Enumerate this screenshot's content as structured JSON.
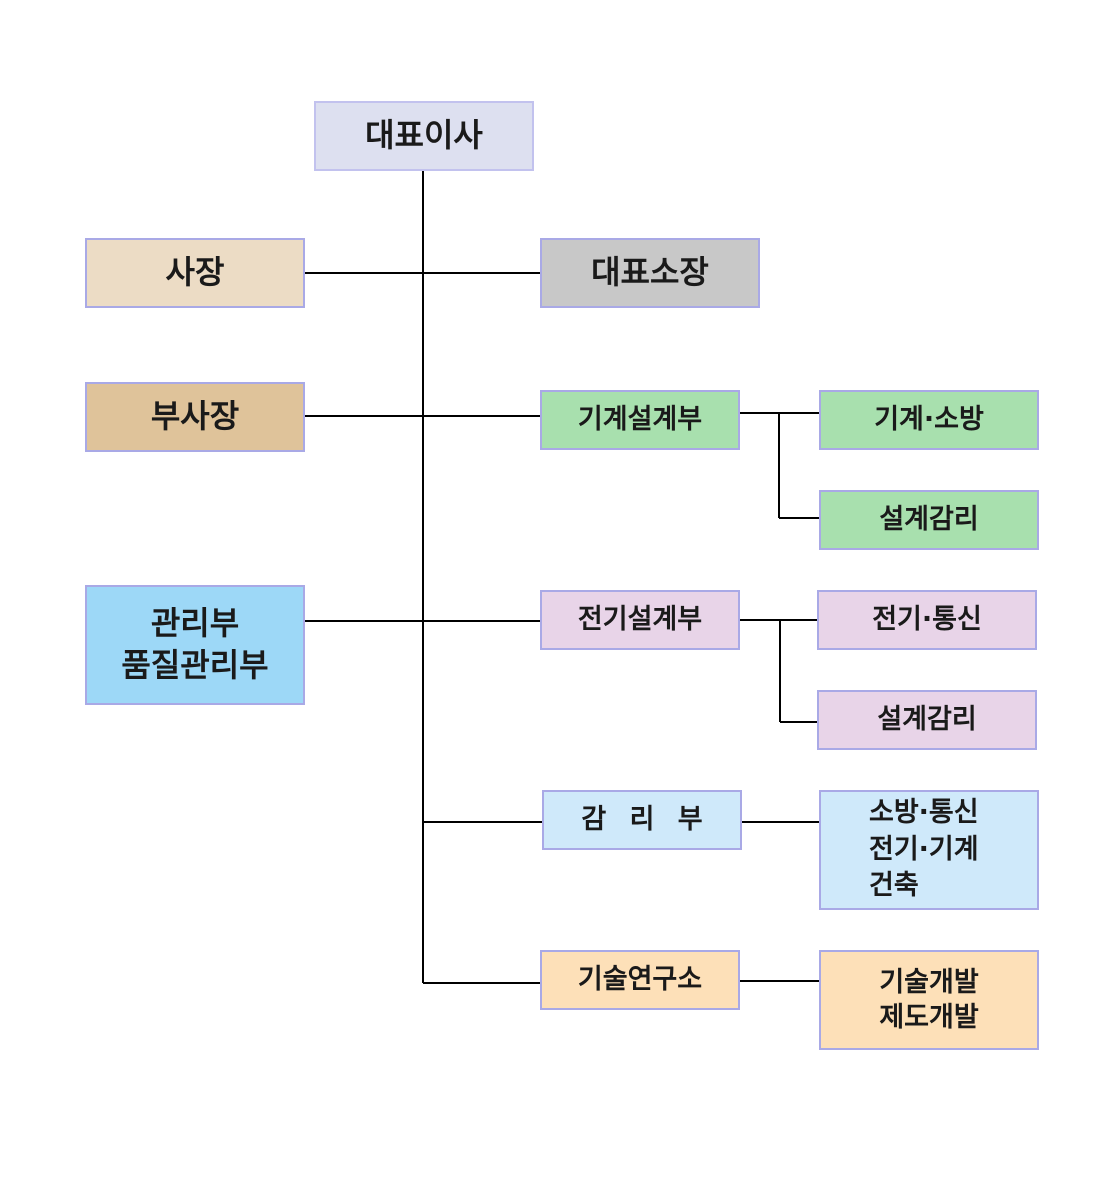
{
  "org_chart": {
    "ceo": "대표이사",
    "president": "사장",
    "representative_director": "대표소장",
    "vice_president": "부사장",
    "management": "관리부\n품질관리부",
    "mechanical_design": {
      "label": "기계설계부",
      "children": [
        "기계·소방",
        "설계감리"
      ]
    },
    "electrical_design": {
      "label": "전기설계부",
      "children": [
        "전기·통신",
        "설계감리"
      ]
    },
    "supervision": {
      "label": "감 리 부",
      "children": [
        "소방·통신\n전기·기계\n건축"
      ]
    },
    "research_lab": {
      "label": "기술연구소",
      "children": [
        "기술개발\n제도개발"
      ]
    }
  },
  "colors": {
    "ceo": "#dde0f0",
    "president": "#ecdcc5",
    "representative_director": "#c8c8c8",
    "vice_president": "#dfc39a",
    "management": "#9dd8f7",
    "mechanical": "#a8e0ae",
    "electrical": "#e8d4e8",
    "supervision": "#cfe9fa",
    "research": "#fde0b8",
    "border": "#a9a9e6",
    "line": "#000000"
  }
}
